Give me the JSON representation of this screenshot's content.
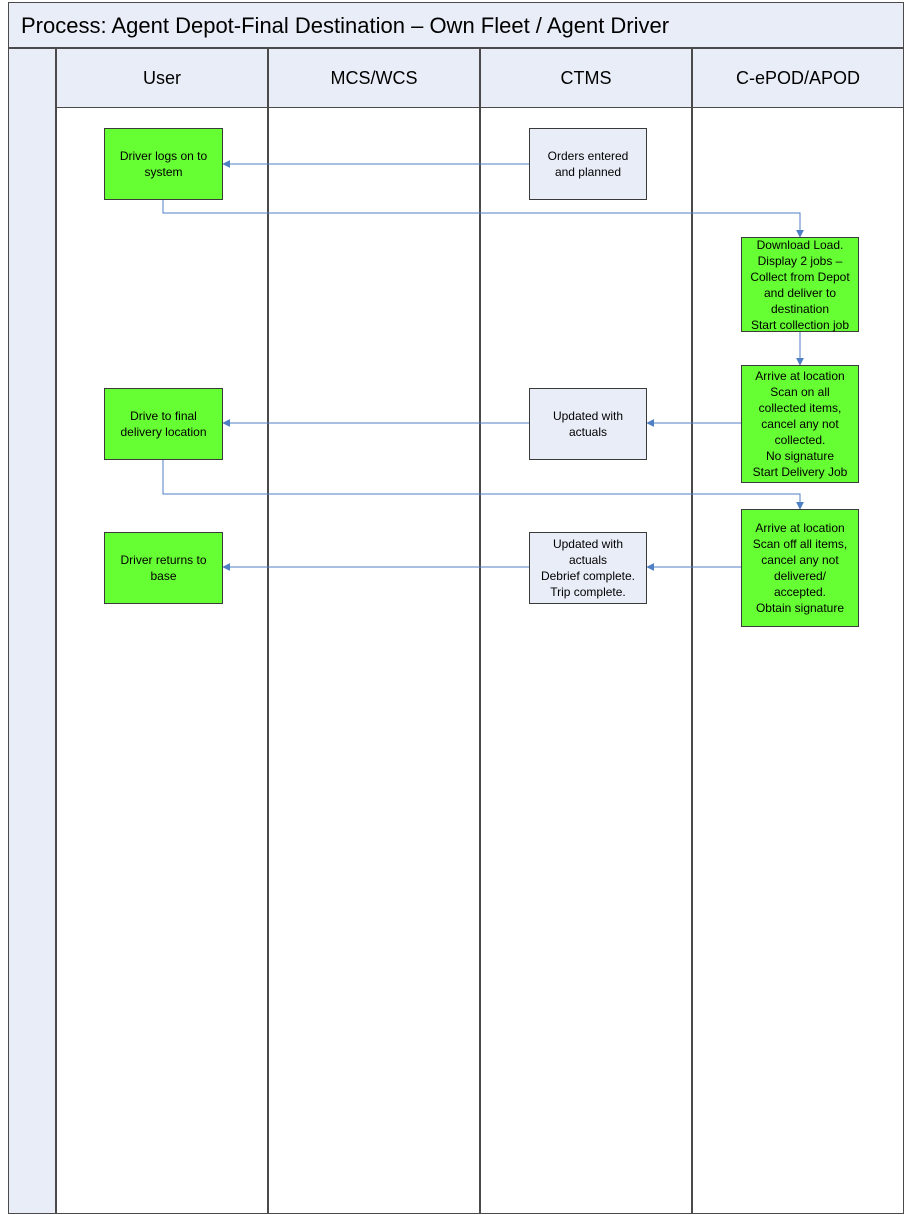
{
  "title": "Process: Agent Depot-Final Destination – Own Fleet / Agent Driver",
  "lanes": [
    "User",
    "MCS/WCS",
    "CTMS",
    "C-ePOD/APOD"
  ],
  "boxes": {
    "driver_logs_on": "Driver logs on to\nsystem",
    "orders_entered": "Orders entered\nand planned",
    "download_load": "Download Load.\nDisplay 2 jobs –\nCollect from Depot\nand deliver to\ndestination\nStart collection job",
    "arrive_scan_on": "Arrive at location\nScan on all\ncollected items,\ncancel any not\ncollected.\nNo signature\nStart Delivery Job",
    "updated_actuals_1": "Updated with\nactuals",
    "drive_final": "Drive to final\ndelivery location",
    "arrive_scan_off": "Arrive at location\nScan off all items,\ncancel any not\ndelivered/\naccepted.\nObtain signature",
    "updated_actuals_2": "Updated with\nactuals\nDebrief complete.\nTrip complete.",
    "driver_returns": "Driver returns to\nbase"
  },
  "colors": {
    "action_box": "#66ff33",
    "system_box": "#e8edf7",
    "header": "#e8edf7",
    "arrow": "#4f7fc4"
  }
}
